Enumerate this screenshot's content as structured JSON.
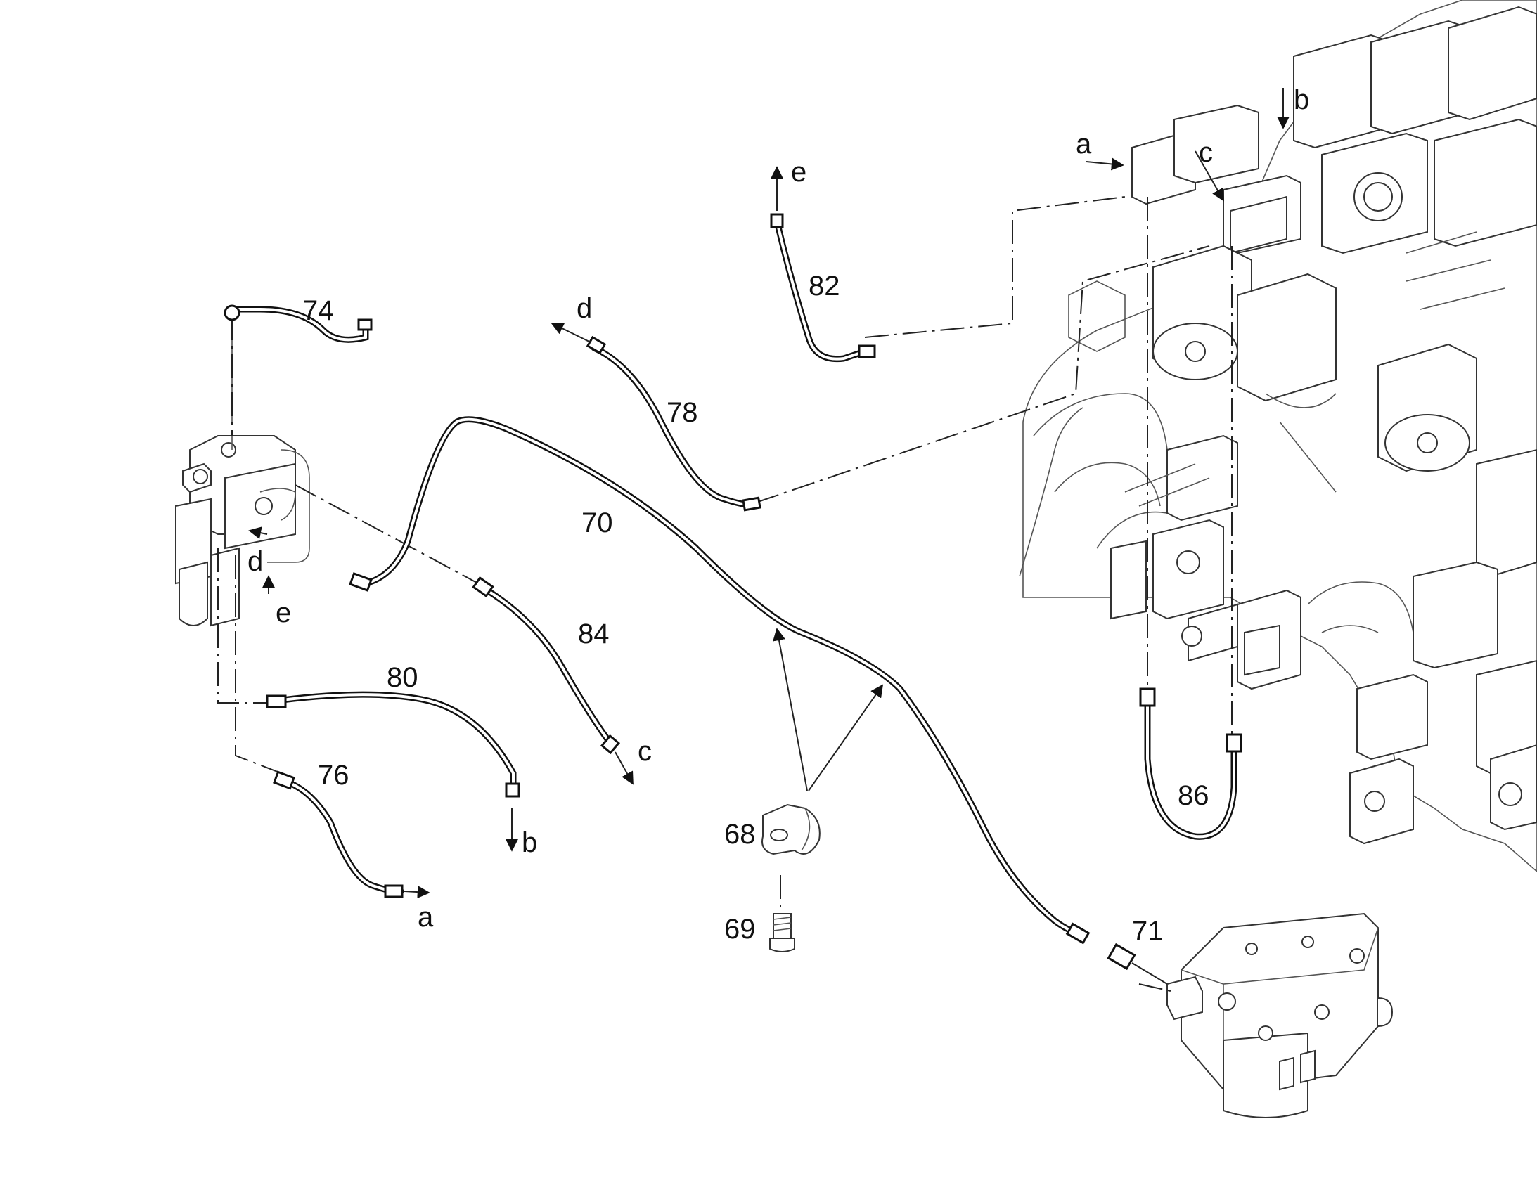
{
  "diagram": {
    "part_labels": {
      "p68": "68",
      "p69": "69",
      "p70": "70",
      "p71": "71",
      "p74": "74",
      "p76": "76",
      "p78": "78",
      "p80": "80",
      "p82": "82",
      "p84": "84",
      "p86": "86"
    },
    "connection_letters": {
      "a": "a",
      "b": "b",
      "c": "c",
      "d": "d",
      "e": "e"
    }
  }
}
